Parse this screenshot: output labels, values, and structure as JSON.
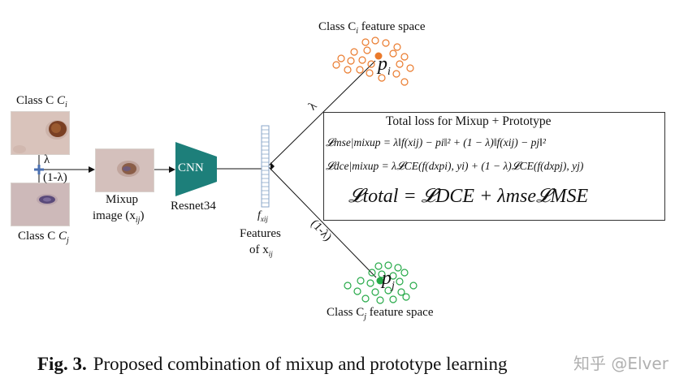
{
  "class_i_label": "Class C",
  "class_i_sub": "i",
  "class_j_label": "Class C",
  "class_j_sub": "j",
  "lambda_label": "λ",
  "one_minus_lambda_label": "(1-λ)",
  "mixup_label_line1": "Mixup",
  "mixup_label_line2_prefix": "image (x",
  "mixup_label_sub": "ij",
  "mixup_label_suffix": ")",
  "cnn_label": "CNN",
  "resnet_label": "Resnet34",
  "feature_var": "f",
  "feature_var_sub": "xij",
  "features_line1": "Features",
  "features_line2_prefix": "of x",
  "features_line2_sub": "ij",
  "branch_lambda": "λ",
  "branch_one_minus": "(1-λ)",
  "space_i_prefix": "Class C",
  "space_i_sub": "i",
  "space_i_suffix": " feature space",
  "space_j_prefix": "Class C",
  "space_j_sub": "j",
  "space_j_suffix": " feature space",
  "proto_i": "p",
  "proto_i_sub": "i",
  "proto_j": "p",
  "proto_j_sub": "j",
  "loss": {
    "title": "Total loss for Mixup + Prototype",
    "eq_mse": "𝓛mse|mixup = λ‖f(xij) − pi‖² + (1 − λ)‖f(xij) − pj‖²",
    "eq_dce": "𝓛dce|mixup = λ𝓛CE(f(dxpi), yi) + (1 − λ)𝓛CE(f(dxpj), yj)",
    "eq_total": "𝓛total = 𝓛DCE + λmse𝓛MSE"
  },
  "caption_bold": "Fig. 3.",
  "caption_text": "Proposed combination of mixup and prototype learning",
  "watermark": "知乎 @Elver",
  "colors": {
    "cnn": "#1d7f7a",
    "cluster_i": "#ea7a2c",
    "cluster_j": "#26a948",
    "cross": "#4a6fb0",
    "skin": "#d8c1b9"
  }
}
